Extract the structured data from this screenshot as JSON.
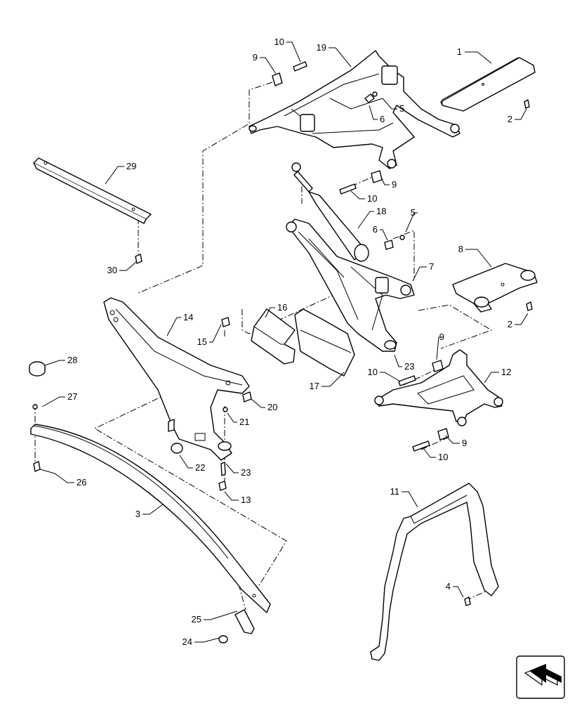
{
  "callouts": [
    {
      "id": "c1",
      "label": "1"
    },
    {
      "id": "c2a",
      "label": "2"
    },
    {
      "id": "c2b",
      "label": "2"
    },
    {
      "id": "c3",
      "label": "3"
    },
    {
      "id": "c4",
      "label": "4"
    },
    {
      "id": "c5a",
      "label": "5"
    },
    {
      "id": "c5b",
      "label": "5"
    },
    {
      "id": "c6a",
      "label": "6"
    },
    {
      "id": "c6b",
      "label": "6"
    },
    {
      "id": "c7",
      "label": "7"
    },
    {
      "id": "c8",
      "label": "8"
    },
    {
      "id": "c9a",
      "label": "9"
    },
    {
      "id": "c9b",
      "label": "9"
    },
    {
      "id": "c9c",
      "label": "9"
    },
    {
      "id": "c9d",
      "label": "9"
    },
    {
      "id": "c10a",
      "label": "10"
    },
    {
      "id": "c10b",
      "label": "10"
    },
    {
      "id": "c10c",
      "label": "10"
    },
    {
      "id": "c10d",
      "label": "10"
    },
    {
      "id": "c11",
      "label": "11"
    },
    {
      "id": "c12",
      "label": "12"
    },
    {
      "id": "c13",
      "label": "13"
    },
    {
      "id": "c14",
      "label": "14"
    },
    {
      "id": "c15",
      "label": "15"
    },
    {
      "id": "c16",
      "label": "16"
    },
    {
      "id": "c17",
      "label": "17"
    },
    {
      "id": "c18",
      "label": "18"
    },
    {
      "id": "c19",
      "label": "19"
    },
    {
      "id": "c20",
      "label": "20"
    },
    {
      "id": "c21",
      "label": "21"
    },
    {
      "id": "c22",
      "label": "22"
    },
    {
      "id": "c23a",
      "label": "23"
    },
    {
      "id": "c23b",
      "label": "23"
    },
    {
      "id": "c24",
      "label": "24"
    },
    {
      "id": "c25",
      "label": "25"
    },
    {
      "id": "c26",
      "label": "26"
    },
    {
      "id": "c27",
      "label": "27"
    },
    {
      "id": "c28",
      "label": "28"
    },
    {
      "id": "c29",
      "label": "29"
    },
    {
      "id": "c30",
      "label": "30"
    }
  ],
  "icons": {
    "nav": "next-page-arrow-icon"
  }
}
